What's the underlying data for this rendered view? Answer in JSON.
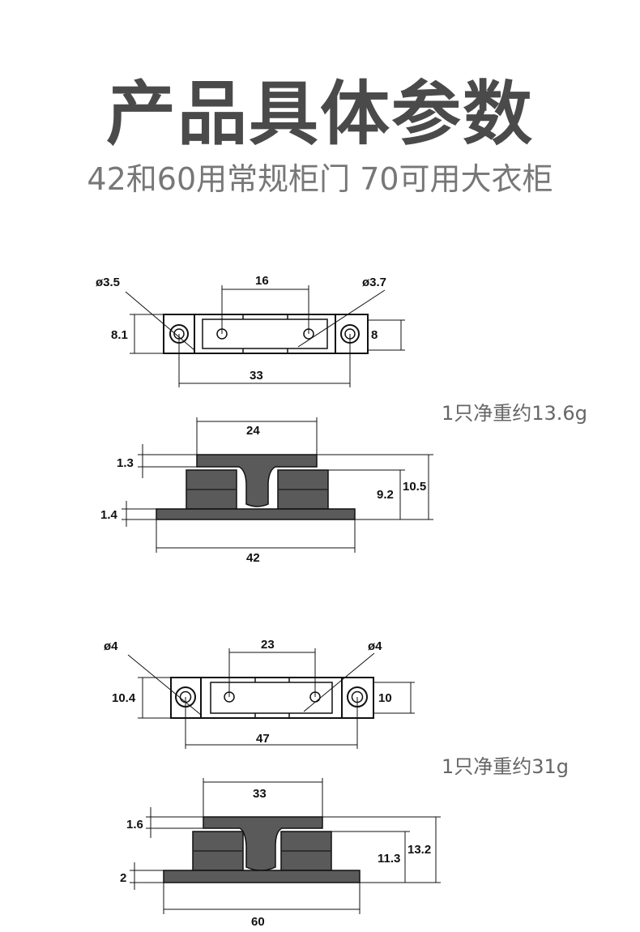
{
  "title": "产品具体参数",
  "subtitle": "42和60用常规柜门 70可用大衣柜",
  "models": [
    {
      "weight_label": "1只净重约13.6g",
      "top_view": {
        "hole_left": "ø3.5",
        "hole_right": "ø3.7",
        "slot_spacing": "16",
        "left_height": "8.1",
        "right_height": "8",
        "hole_spacing": "33"
      },
      "side_view": {
        "top_width": "24",
        "top_thickness": "1.3",
        "inner_height": "9.2",
        "total_height": "10.5",
        "base_thickness": "1.4",
        "base_width": "42"
      }
    },
    {
      "weight_label": "1只净重约31g",
      "top_view": {
        "hole_left": "ø4",
        "hole_right": "ø4",
        "slot_spacing": "23",
        "left_height": "10.4",
        "right_height": "10",
        "hole_spacing": "47"
      },
      "side_view": {
        "top_width": "33",
        "top_thickness": "1.6",
        "inner_height": "11.3",
        "total_height": "13.2",
        "base_thickness": "2",
        "base_width": "60"
      }
    }
  ],
  "colors": {
    "title": "#4a4a4a",
    "subtitle": "#777777",
    "part_fill": "#5a5a5a",
    "line": "#111111"
  }
}
